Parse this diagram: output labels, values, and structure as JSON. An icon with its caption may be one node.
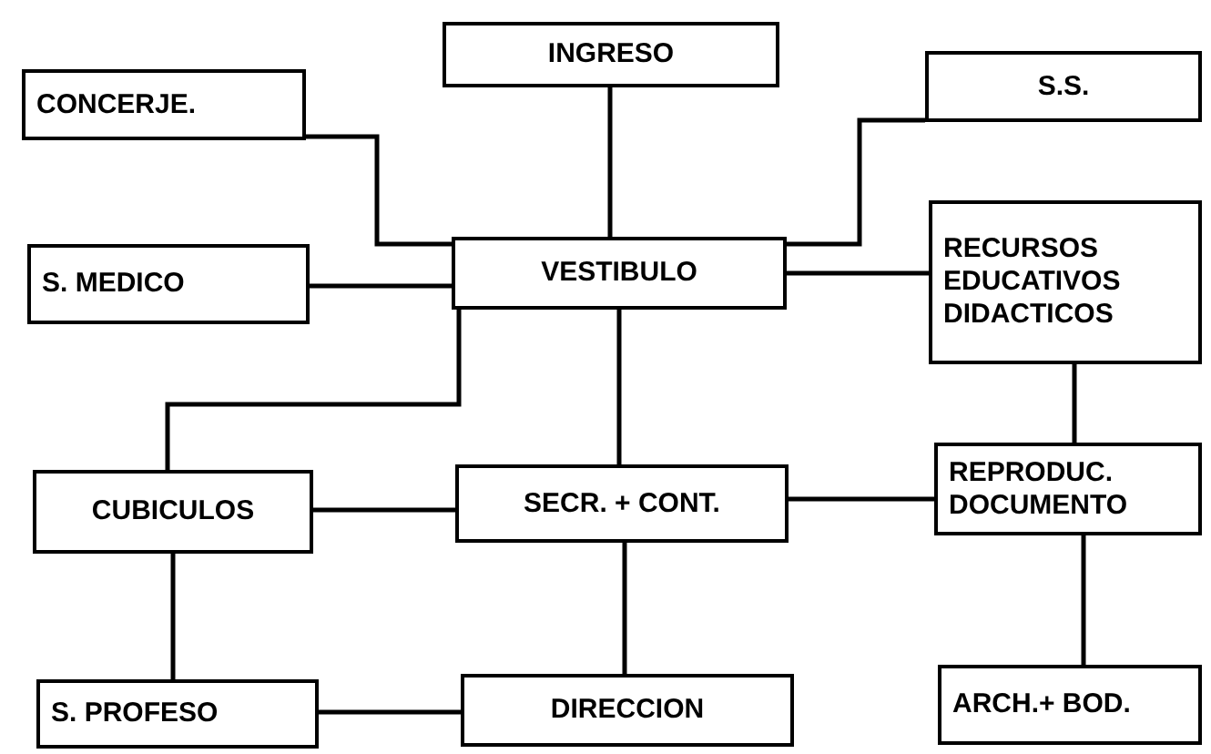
{
  "diagram": {
    "nodes": [
      {
        "text": [
          "INGRESO"
        ]
      },
      {
        "text": [
          "CONCERJE."
        ]
      },
      {
        "text": [
          "S.S."
        ]
      },
      {
        "text": [
          "S. MEDICO"
        ]
      },
      {
        "text": [
          "VESTIBULO"
        ]
      },
      {
        "text": [
          "RECURSOS EDUCATIVOS DIDACTICOS"
        ]
      },
      {
        "text": [
          "CUBICULOS"
        ]
      },
      {
        "text": [
          "SECR. + CONT."
        ]
      },
      {
        "text": [
          "REPRODUC. DOCUMENTO"
        ]
      },
      {
        "text": [
          "S. PROFESO"
        ]
      },
      {
        "text": [
          "DIRECCION"
        ]
      },
      {
        "text": [
          "ARCH.+ BOD."
        ]
      }
    ],
    "edges": [
      {
        "from": 0,
        "to": 4,
        "arrow": "none"
      },
      {
        "from": 1,
        "to": 4,
        "arrow": "none"
      },
      {
        "from": 2,
        "to": 4,
        "arrow": "none"
      },
      {
        "from": 3,
        "to": 4,
        "arrow": "none"
      },
      {
        "from": 4,
        "to": 5,
        "arrow": "none"
      },
      {
        "from": 4,
        "to": 6,
        "arrow": "none"
      },
      {
        "from": 4,
        "to": 7,
        "arrow": "none"
      },
      {
        "from": 5,
        "to": 8,
        "arrow": "none"
      },
      {
        "from": 6,
        "to": 7,
        "arrow": "none"
      },
      {
        "from": 7,
        "to": 8,
        "arrow": "none"
      },
      {
        "from": 6,
        "to": 9,
        "arrow": "none"
      },
      {
        "from": 7,
        "to": 10,
        "arrow": "none"
      },
      {
        "from": 9,
        "to": 10,
        "arrow": "none"
      },
      {
        "from": 8,
        "to": 11,
        "arrow": "none"
      }
    ]
  }
}
